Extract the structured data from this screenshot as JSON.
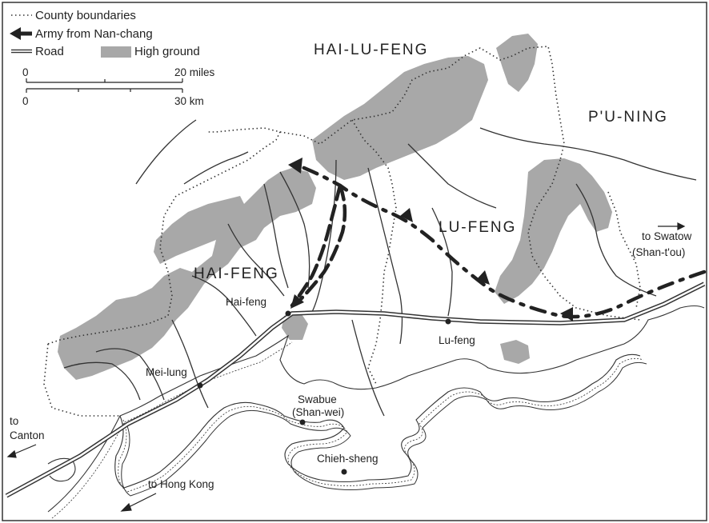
{
  "legend": {
    "county_boundaries": "County boundaries",
    "army_route": "Army from Nan-chang",
    "road": "Road",
    "high_ground": "High ground"
  },
  "scale": {
    "miles_zero": "0",
    "miles_max": "20 miles",
    "km_zero": "0",
    "km_max": "30 km"
  },
  "regions": {
    "hai_lu_feng": "HAI-LU-FENG",
    "pu_ning": "P'U-NING",
    "lu_feng": "LU-FENG",
    "hai_feng": "HAI-FENG"
  },
  "towns": {
    "hai_feng": "Hai-feng",
    "lu_feng": "Lu-feng",
    "mei_lung": "Mei-lung",
    "swabue": "Swabue",
    "shan_wei": "(Shan-wei)",
    "chieh_sheng": "Chieh-sheng"
  },
  "directions": {
    "swatow": "to Swatow",
    "shan_tou": "(Shan-t'ou)",
    "canton_to": "to",
    "canton": "Canton",
    "hong_kong": "to Hong Kong"
  },
  "colors": {
    "high_ground": "#a8a8a8",
    "ink": "#222222"
  }
}
